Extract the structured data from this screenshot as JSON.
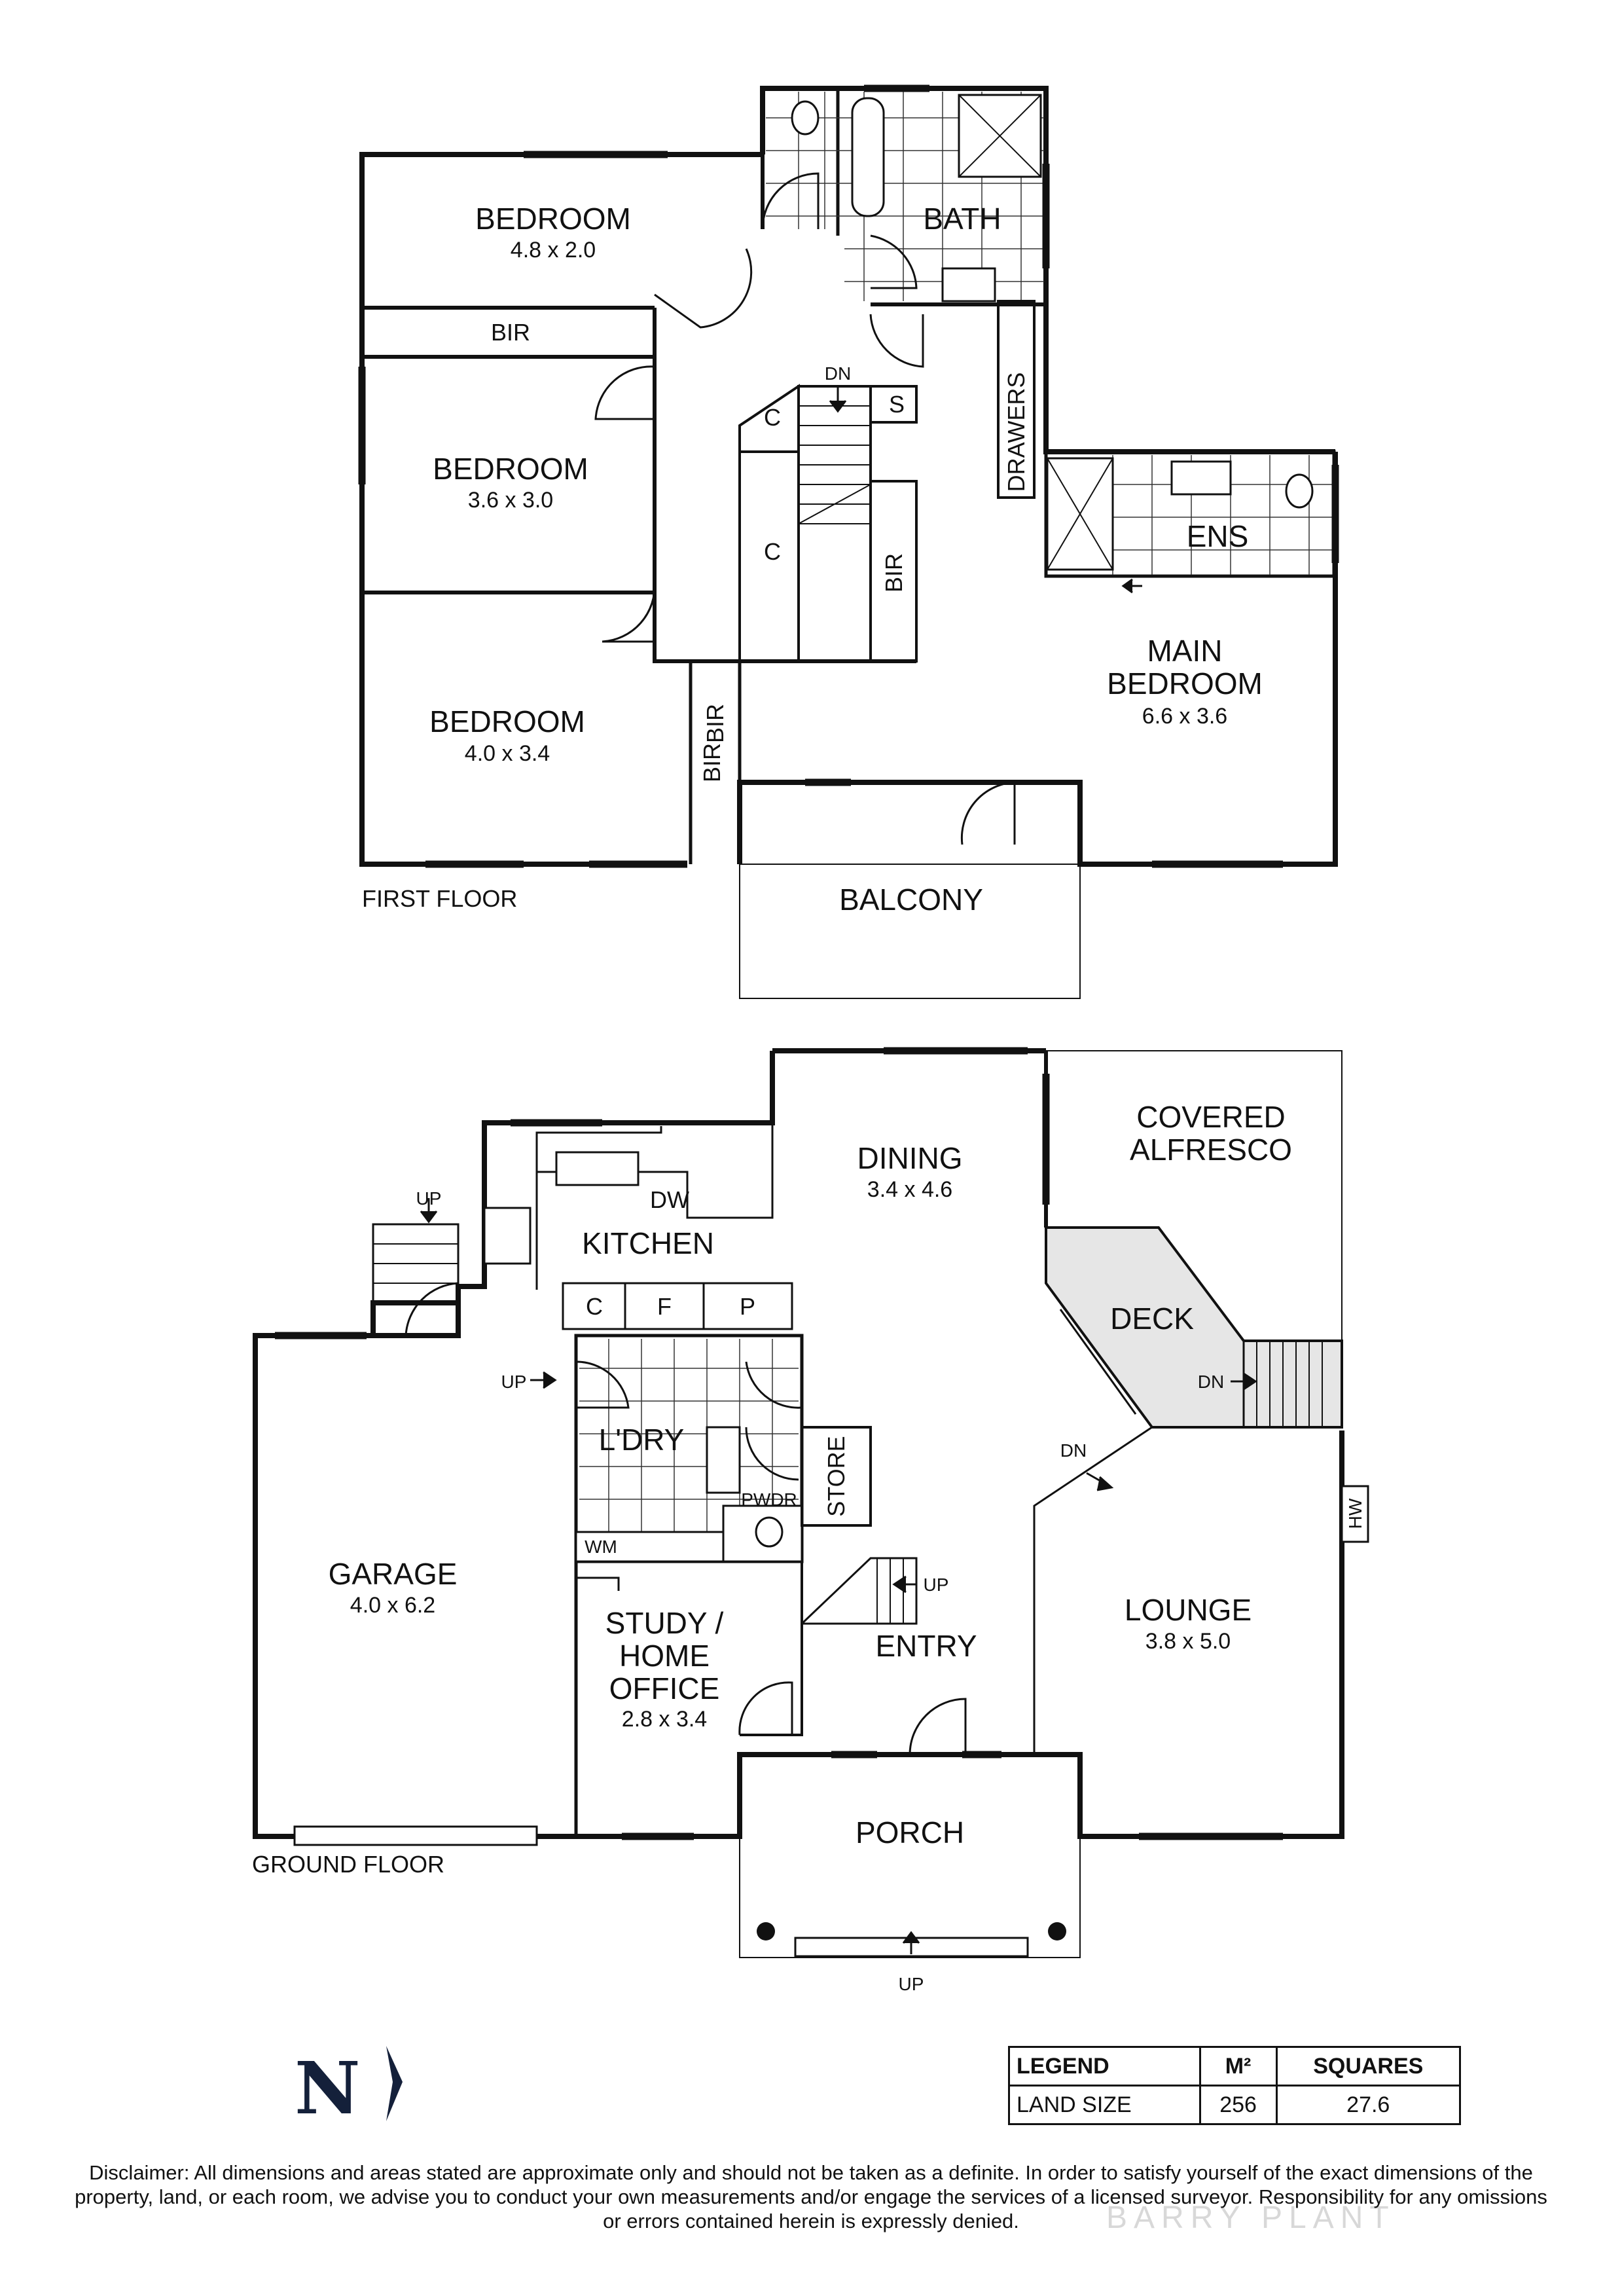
{
  "first_floor": {
    "label": "FIRST FLOOR",
    "rooms": {
      "bedroom1": {
        "name": "BEDROOM",
        "dims": "4.8 x 2.0"
      },
      "bedroom2": {
        "name": "BEDROOM",
        "dims": "3.6 x 3.0"
      },
      "bedroom3": {
        "name": "BEDROOM",
        "dims": "4.0 x 3.4"
      },
      "bath": {
        "name": "BATH"
      },
      "main_bedroom": {
        "name1": "MAIN",
        "name2": "BEDROOM",
        "dims": "6.6 x 3.6"
      },
      "ens": {
        "name": "ENS"
      },
      "balcony": {
        "name": "BALCONY"
      }
    },
    "labels": {
      "bir_top": "BIR",
      "bir_vert1": "BIR",
      "bir_vert2": "BIR",
      "bir_vert3": "BIR",
      "drawers": "DRAWERS",
      "c1": "C",
      "c2": "C",
      "s": "S",
      "dn": "DN"
    }
  },
  "ground_floor": {
    "label": "GROUND FLOOR",
    "rooms": {
      "dining": {
        "name": "DINING",
        "dims": "3.4 x 4.6"
      },
      "kitchen": {
        "name": "KITCHEN"
      },
      "covered_alfresco": {
        "name1": "COVERED",
        "name2": "ALFRESCO"
      },
      "deck": {
        "name": "DECK"
      },
      "garage": {
        "name": "GARAGE",
        "dims": "4.0 x 6.2"
      },
      "laundry": {
        "name": "L'DRY"
      },
      "study": {
        "name1": "STUDY /",
        "name2": "HOME",
        "name3": "OFFICE",
        "dims": "2.8 x 3.4"
      },
      "entry": {
        "name": "ENTRY"
      },
      "lounge": {
        "name": "LOUNGE",
        "dims": "3.8 x 5.0"
      },
      "porch": {
        "name": "PORCH"
      }
    },
    "labels": {
      "dw": "DW",
      "c": "C",
      "f": "F",
      "p": "P",
      "up_stairs_left": "UP",
      "up_laundry": "UP",
      "up_entry": "UP",
      "up_porch": "UP",
      "dn_deck": "DN",
      "dn_lounge": "DN",
      "store": "STORE",
      "pwdr": "PWDR",
      "wm": "WM",
      "hw": "HW"
    }
  },
  "legend": {
    "headers": [
      "LEGEND",
      "M²",
      "SQUARES"
    ],
    "rows": [
      {
        "label": "LAND SIZE",
        "m2": "256",
        "squares": "27.6"
      }
    ]
  },
  "north_label": "N",
  "disclaimer": "Disclaimer: All dimensions and areas stated are approximate only and should not be taken as a definite. In order to satisfy yourself of the exact dimensions of the property, land, or each room, we advise you to conduct your own measurements and/or engage the services of a licensed surveyor. Responsibility for any omissions or errors contained herein is expressly denied.",
  "watermark": "BARRY PLANT"
}
